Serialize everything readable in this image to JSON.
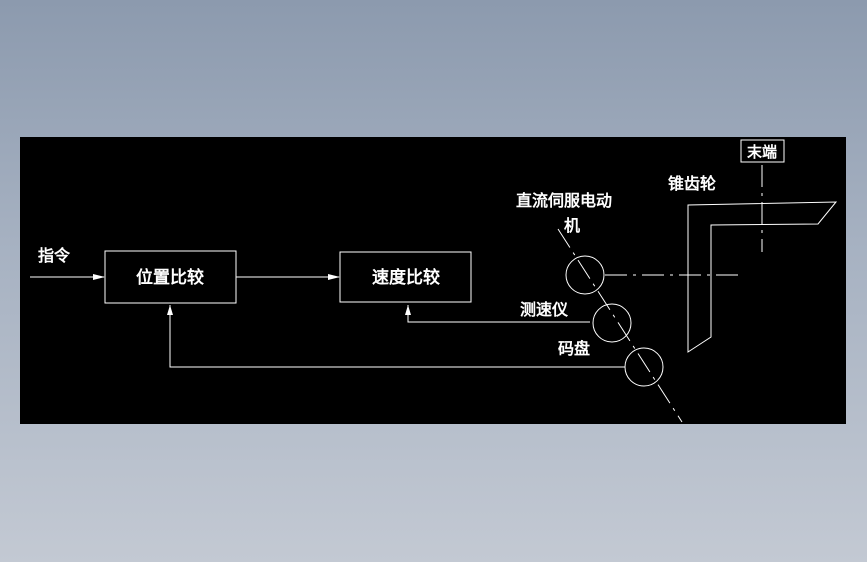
{
  "diagram": {
    "input_label": "指令",
    "position_compare": "位置比较",
    "speed_compare": "速度比较",
    "motor_label_line1": "直流伺服电动",
    "motor_label_line2": "机",
    "tachometer_label": "测速仪",
    "encoder_label": "码盘",
    "bevel_gear_label": "锥齿轮",
    "end_label": "末端"
  }
}
